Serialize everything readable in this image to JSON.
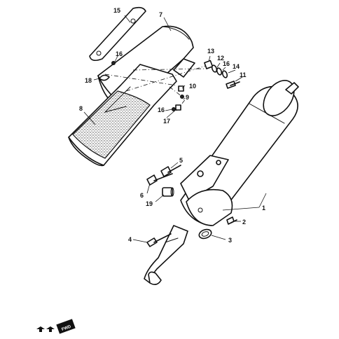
{
  "parts": [
    {
      "id": "p1",
      "number": "1"
    },
    {
      "id": "p2",
      "number": "2"
    },
    {
      "id": "p3",
      "number": "3"
    },
    {
      "id": "p4",
      "number": "4"
    },
    {
      "id": "p5",
      "number": "5"
    },
    {
      "id": "p6",
      "number": "6"
    },
    {
      "id": "p7",
      "number": "7"
    },
    {
      "id": "p8",
      "number": "8"
    },
    {
      "id": "p9",
      "number": "9"
    },
    {
      "id": "p10",
      "number": "10"
    },
    {
      "id": "p11",
      "number": "11"
    },
    {
      "id": "p12",
      "number": "12"
    },
    {
      "id": "p13",
      "number": "13"
    },
    {
      "id": "p14",
      "number": "14"
    },
    {
      "id": "p15",
      "number": "15"
    },
    {
      "id": "p16a",
      "number": "16"
    },
    {
      "id": "p16b",
      "number": "16"
    },
    {
      "id": "p16c",
      "number": "16"
    },
    {
      "id": "p17",
      "number": "17"
    },
    {
      "id": "p18",
      "number": "18"
    },
    {
      "id": "p19",
      "number": "19"
    }
  ],
  "direction_marker": {
    "label": "FWD"
  },
  "colors": {
    "ink": "#111111",
    "paper": "#ffffff",
    "stipple": "#444444"
  }
}
